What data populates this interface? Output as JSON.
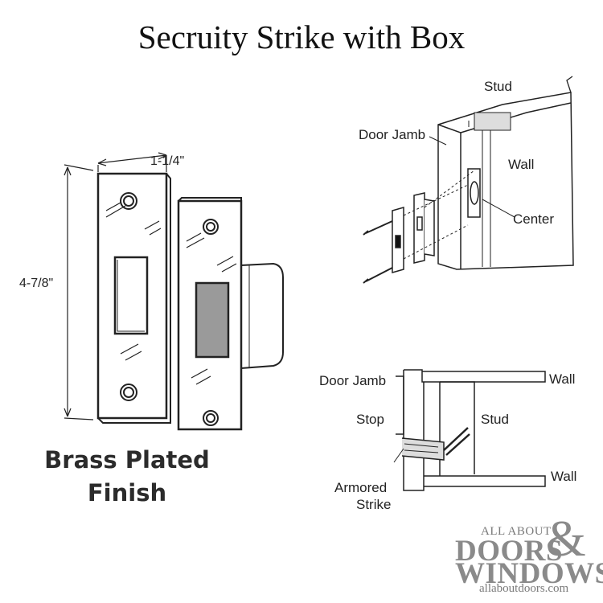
{
  "title": "Secruity Strike with Box",
  "finish": {
    "line1": "Brass Plated",
    "line2": "Finish"
  },
  "dimensions": {
    "width": "1-1/4\"",
    "height": "4-7/8\""
  },
  "install_diagram": {
    "labels": {
      "stud": "Stud",
      "door_jamb": "Door Jamb",
      "wall": "Wall",
      "center": "Center"
    }
  },
  "section_diagram": {
    "labels": {
      "door_jamb": "Door Jamb",
      "wall_top": "Wall",
      "stop": "Stop",
      "stud": "Stud",
      "wall_bottom": "Wall",
      "armored": "Armored",
      "strike": "Strike"
    }
  },
  "logo": {
    "line1": "ALL ABOUT",
    "line2": "DOORS",
    "amp": "&",
    "line3": "WINDOWS",
    "url": "allaboutdoors.com"
  }
}
